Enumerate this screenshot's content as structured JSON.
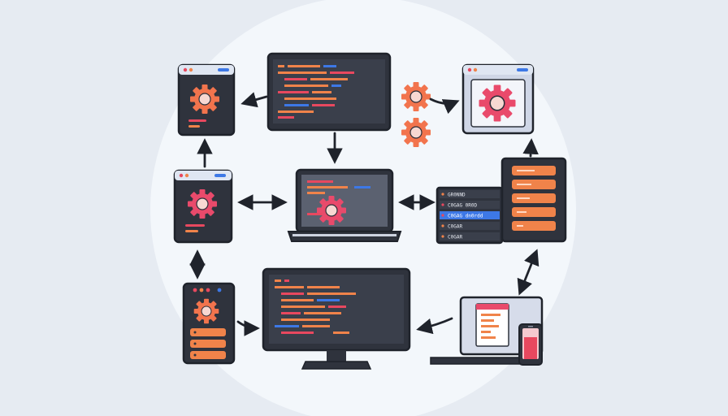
{
  "colors": {
    "background": "#e6ebf2",
    "circle": "#f3f7fb",
    "frame_dark": "#2f333d",
    "screen_dark": "#3a3f4b",
    "accent_orange": "#f0834a",
    "accent_red": "#e8485f",
    "accent_blue": "#3d78e6",
    "gear_orange": "#f2744d",
    "gear_pink": "#e94a6b"
  },
  "icons": [
    "gear-icon",
    "arrow-icon",
    "browser-window-icon",
    "monitor-icon",
    "laptop-icon",
    "server-rack-icon",
    "smartphone-icon",
    "document-icon"
  ],
  "nodes": {
    "database_panel": {
      "rows": [
        "GR0NND",
        "C0GAG  0R0D",
        "C0GAG  dn0rdd",
        "C0GAR",
        "C0GAR"
      ]
    }
  }
}
